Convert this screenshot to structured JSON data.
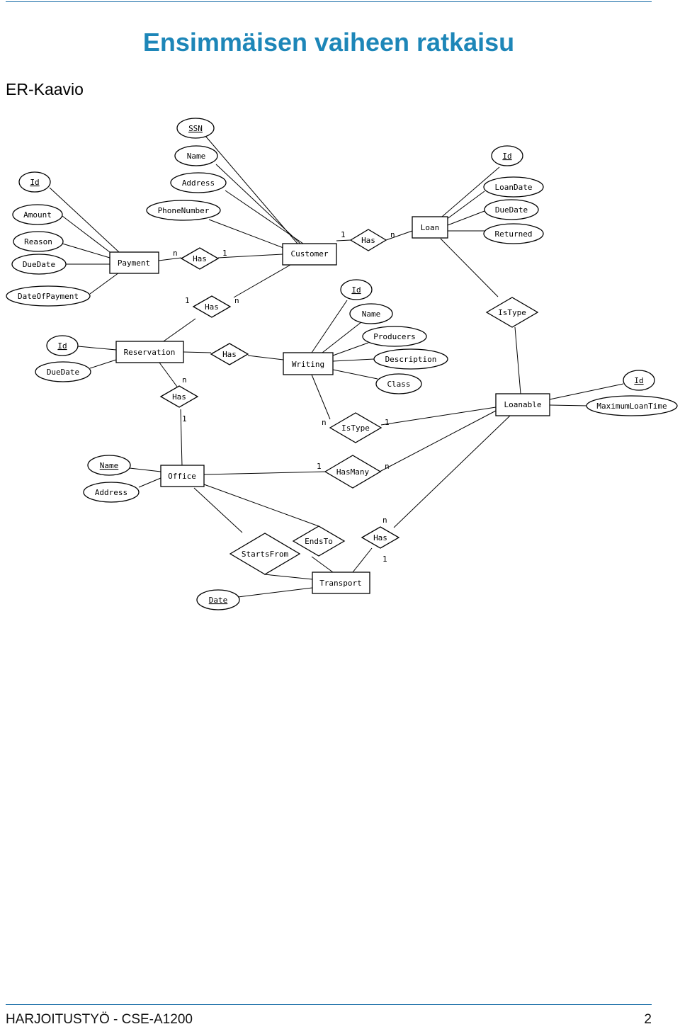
{
  "header": {
    "title": "Ensimmäisen vaiheen ratkaisu"
  },
  "section": {
    "title": "ER-Kaavio"
  },
  "diagram": {
    "entities": [
      {
        "id": "payment",
        "label": "Payment"
      },
      {
        "id": "customer",
        "label": "Customer"
      },
      {
        "id": "loan",
        "label": "Loan"
      },
      {
        "id": "reservation",
        "label": "Reservation"
      },
      {
        "id": "writing",
        "label": "Writing"
      },
      {
        "id": "loanable",
        "label": "Loanable"
      },
      {
        "id": "office",
        "label": "Office"
      },
      {
        "id": "transport",
        "label": "Transport"
      }
    ],
    "attributes": [
      {
        "id": "ssn",
        "label": "SSN",
        "key": true
      },
      {
        "id": "cust-name",
        "label": "Name",
        "key": false
      },
      {
        "id": "cust-address",
        "label": "Address",
        "key": false
      },
      {
        "id": "phonenumber",
        "label": "PhoneNumber",
        "key": false
      },
      {
        "id": "pay-id",
        "label": "Id",
        "key": true
      },
      {
        "id": "amount",
        "label": "Amount",
        "key": false
      },
      {
        "id": "reason",
        "label": "Reason",
        "key": false
      },
      {
        "id": "pay-duedate",
        "label": "DueDate",
        "key": false
      },
      {
        "id": "dateofpayment",
        "label": "DateOfPayment",
        "key": false
      },
      {
        "id": "loan-id",
        "label": "Id",
        "key": true
      },
      {
        "id": "loandate",
        "label": "LoanDate",
        "key": false
      },
      {
        "id": "loan-duedate",
        "label": "DueDate",
        "key": false
      },
      {
        "id": "returned",
        "label": "Returned",
        "key": false
      },
      {
        "id": "writ-id",
        "label": "Id",
        "key": true
      },
      {
        "id": "writ-name",
        "label": "Name",
        "key": false
      },
      {
        "id": "producers",
        "label": "Producers",
        "key": false
      },
      {
        "id": "description",
        "label": "Description",
        "key": false
      },
      {
        "id": "class",
        "label": "Class",
        "key": false
      },
      {
        "id": "res-id",
        "label": "Id",
        "key": true
      },
      {
        "id": "res-duedate",
        "label": "DueDate",
        "key": false
      },
      {
        "id": "loanable-id",
        "label": "Id",
        "key": true
      },
      {
        "id": "maxloantime",
        "label": "MaximumLoanTime",
        "key": false
      },
      {
        "id": "office-name",
        "label": "Name",
        "key": true
      },
      {
        "id": "office-address",
        "label": "Address",
        "key": false
      },
      {
        "id": "date",
        "label": "Date",
        "key": true
      }
    ],
    "relationships": [
      {
        "id": "has-pay-cust",
        "label": "Has"
      },
      {
        "id": "has-cust-loan",
        "label": "Has"
      },
      {
        "id": "has-cust-res",
        "label": "Has"
      },
      {
        "id": "has-res-writ",
        "label": "Has"
      },
      {
        "id": "has-res-office",
        "label": "Has"
      },
      {
        "id": "istype-loan",
        "label": "IsType"
      },
      {
        "id": "istype-writ",
        "label": "IsType"
      },
      {
        "id": "hasmany",
        "label": "HasMany"
      },
      {
        "id": "startsfrom",
        "label": "StartsFrom"
      },
      {
        "id": "endsto",
        "label": "EndsTo"
      },
      {
        "id": "has-trans",
        "label": "Has"
      }
    ],
    "cardinalities": [
      {
        "id": "c1",
        "label": "n"
      },
      {
        "id": "c2",
        "label": "1"
      },
      {
        "id": "c3",
        "label": "1"
      },
      {
        "id": "c4",
        "label": "n"
      },
      {
        "id": "c5",
        "label": "1"
      },
      {
        "id": "c6",
        "label": "n"
      },
      {
        "id": "c7",
        "label": "n"
      },
      {
        "id": "c8",
        "label": "1"
      },
      {
        "id": "c9",
        "label": "n"
      },
      {
        "id": "c10",
        "label": "1"
      },
      {
        "id": "c11",
        "label": "1"
      },
      {
        "id": "c12",
        "label": "n"
      },
      {
        "id": "c13",
        "label": "n"
      },
      {
        "id": "c14",
        "label": "1"
      }
    ]
  },
  "footer": {
    "text": "HARJOITUSTYÖ - CSE-A1200",
    "page": "2"
  }
}
